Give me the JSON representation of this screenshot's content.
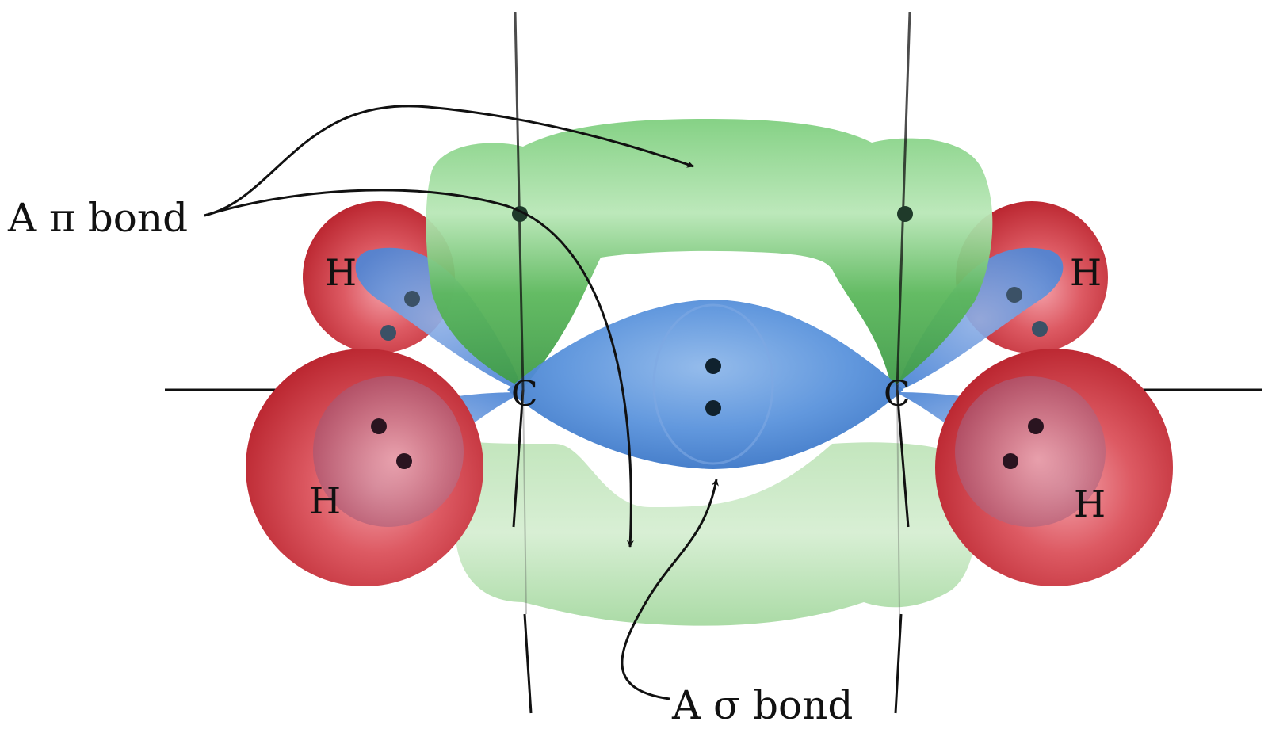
{
  "labels": {
    "pi_bond": "A π bond",
    "sigma_bond": "A σ bond",
    "carbon_left": "C",
    "carbon_right": "C",
    "h_top_left": "H",
    "h_bottom_left": "H",
    "h_top_right": "H",
    "h_bottom_right": "H"
  },
  "colors": {
    "pi_lobe": "#5cb85c",
    "sigma_lobe": "#4a86d4",
    "hydrogen": "#d0343e",
    "nucleus": "#10222e",
    "axis": "#111111"
  }
}
